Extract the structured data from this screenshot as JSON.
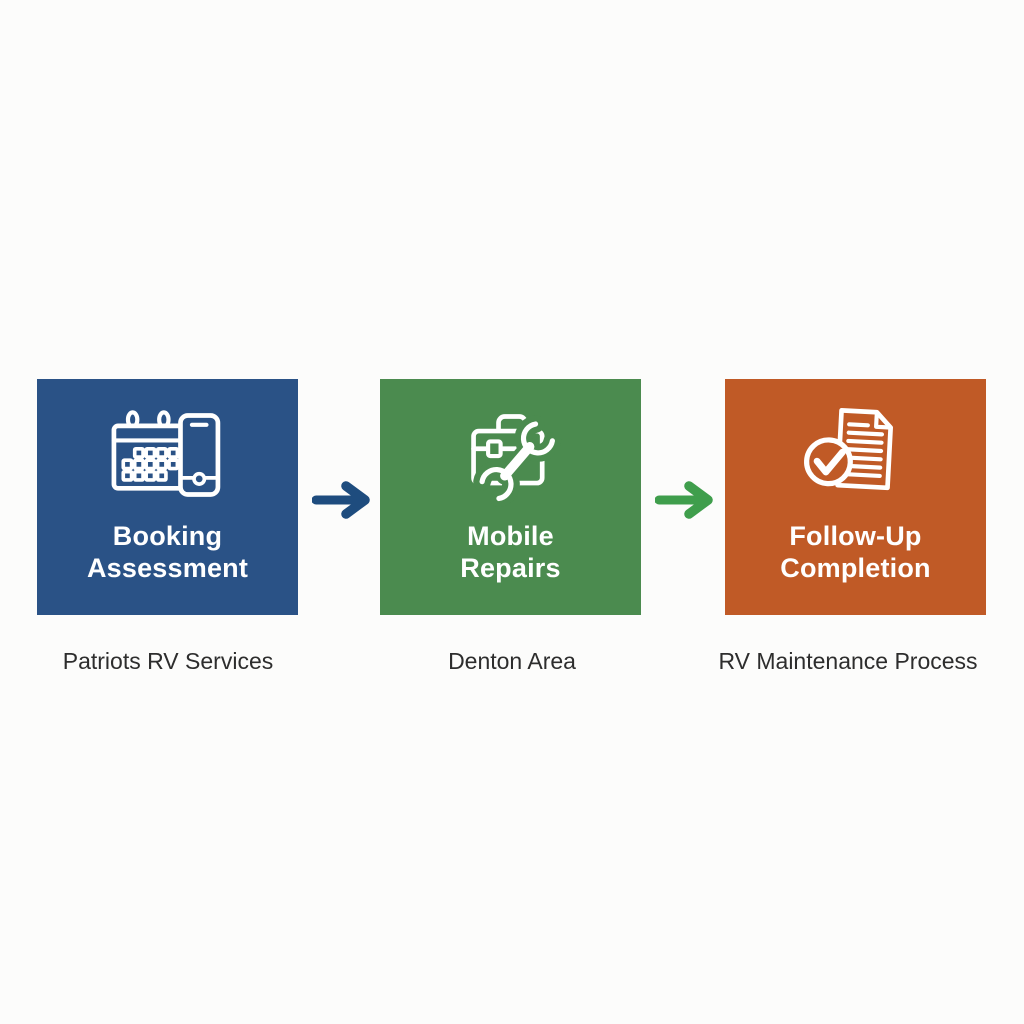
{
  "page": {
    "background_color": "#fcfcfb",
    "description": "RV maintenance three-step process flow"
  },
  "steps": [
    {
      "id": "booking-assessment",
      "label": "Booking\nAssessment",
      "caption": "Patriots RV Services",
      "color": "#2a5286",
      "icon": "calendar-phone-icon"
    },
    {
      "id": "mobile-repairs",
      "label": "Mobile\nRepairs",
      "caption": "Denton Area",
      "color": "#4b8b4f",
      "icon": "toolbox-wrench-icon"
    },
    {
      "id": "follow-up-completion",
      "label": "Follow-Up\nCompletion",
      "caption": "RV Maintenance Process",
      "color": "#c05a26",
      "icon": "document-check-icon"
    }
  ],
  "arrows": [
    {
      "id": "arrow-1",
      "color": "#1e4c7e",
      "direction": "right"
    },
    {
      "id": "arrow-2",
      "color": "#3f9e4c",
      "direction": "right"
    }
  ],
  "text_colors": {
    "label": "#ffffff",
    "caption": "#2d2d2d"
  }
}
